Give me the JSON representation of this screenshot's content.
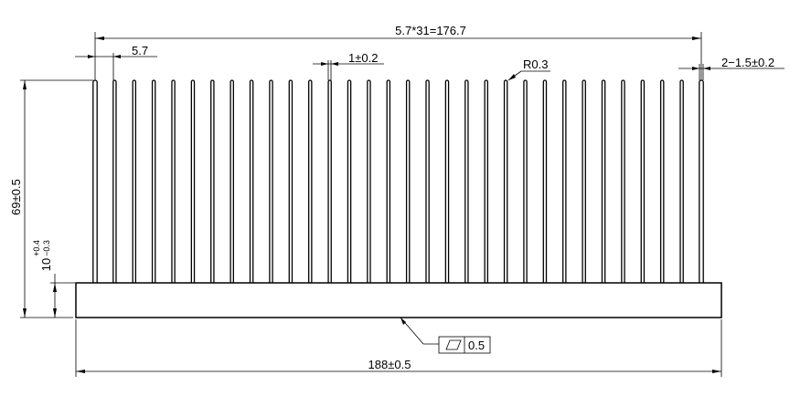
{
  "drawing": {
    "fin_count": 32,
    "dimensions": {
      "pitch_total": "5.7*31=176.7",
      "pitch": "5.7",
      "fin_thickness": "1±0.2",
      "fin_radius": "R0.3",
      "end_fin_thickness": "2−1.5±0.2",
      "height": "69±0.5",
      "base_thickness": "10",
      "base_tol_upper": "+0.4",
      "base_tol_lower": "−0.3",
      "flatness_value": "0.5",
      "width": "188±0.5"
    },
    "flatness_symbol": "flatness-parallelogram"
  }
}
